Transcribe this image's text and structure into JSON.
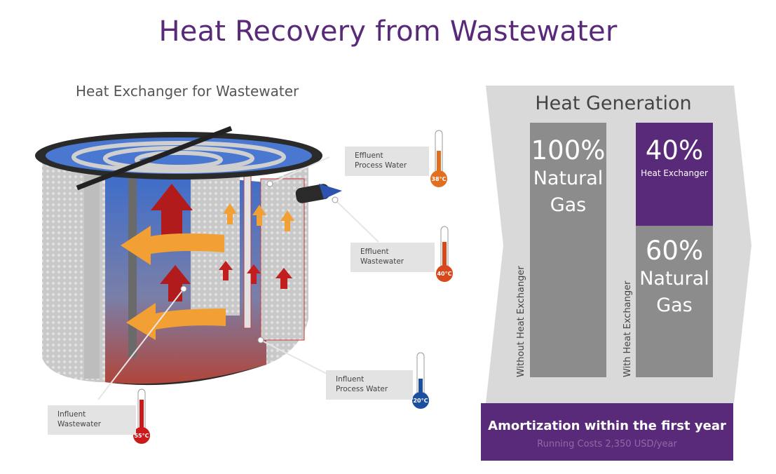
{
  "title": "Heat Recovery from Wastewater",
  "illustration": {
    "subtitle": "Heat Exchanger for Wastewater",
    "callouts": {
      "effluent_process_water": {
        "line1": "Effluent",
        "line2": "Process Water",
        "temp": "38°C",
        "color": "#e07020"
      },
      "effluent_wastewater": {
        "line1": "Effluent",
        "line2": "Wastewater",
        "temp": "40°C",
        "color": "#d9481a"
      },
      "influent_process_water": {
        "line1": "Influent",
        "line2": "Process Water",
        "temp": "20°C",
        "color": "#1d4fa0"
      },
      "influent_wastewater": {
        "line1": "Influent",
        "line2": "Wastewater",
        "temp": "55°C",
        "color": "#cc1a1a"
      }
    }
  },
  "panel": {
    "title": "Heat Generation",
    "without": {
      "label": "Without Heat Exchanger",
      "percent": "100%",
      "line1": "Natural",
      "line2": "Gas"
    },
    "with": {
      "label": "With Heat Exchanger",
      "top": {
        "percent": "40%",
        "name": "Heat Exchanger"
      },
      "bottom": {
        "percent": "60%",
        "line1": "Natural",
        "line2": "Gas"
      }
    },
    "amortization": {
      "title": "Amortization within the first year",
      "subtitle": "Running Costs 2,350 USD/year"
    },
    "colors": {
      "purple": "#5a2a7a",
      "gray": "#8c8c8c",
      "chevron": "#d9d9d9"
    }
  }
}
